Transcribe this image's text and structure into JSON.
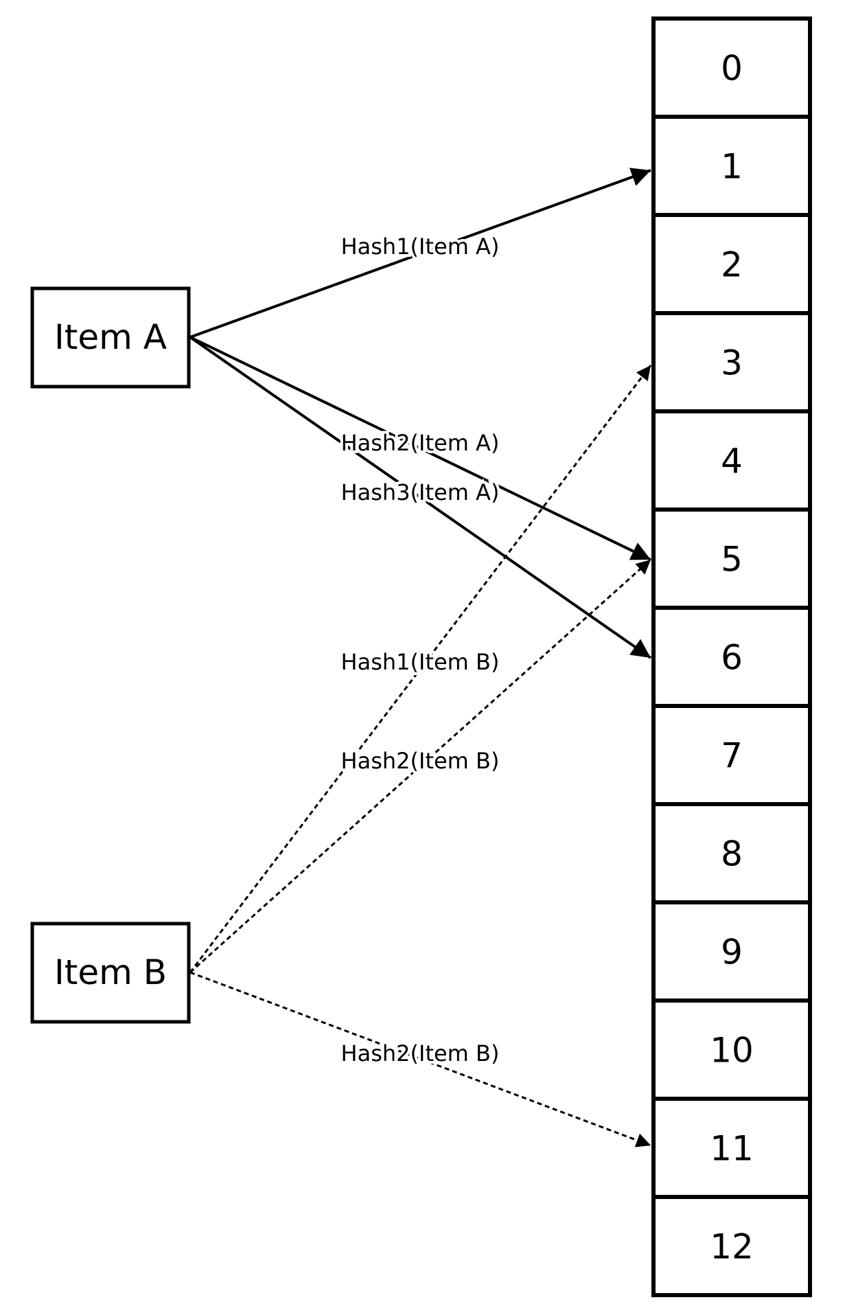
{
  "items": [
    {
      "id": "item-a",
      "label": "Item A"
    },
    {
      "id": "item-b",
      "label": "Item B"
    }
  ],
  "array": {
    "cells": [
      "0",
      "1",
      "2",
      "3",
      "4",
      "5",
      "6",
      "7",
      "8",
      "9",
      "10",
      "11",
      "12"
    ]
  },
  "edges": [
    {
      "from": "item-a",
      "to_index": 1,
      "label": "Hash1(Item A)",
      "style": "solid"
    },
    {
      "from": "item-a",
      "to_index": 5,
      "label": "Hash2(Item A)",
      "style": "solid"
    },
    {
      "from": "item-a",
      "to_index": 6,
      "label": "Hash3(Item A)",
      "style": "solid"
    },
    {
      "from": "item-b",
      "to_index": 3,
      "label": "Hash1(Item B)",
      "style": "dashed"
    },
    {
      "from": "item-b",
      "to_index": 5,
      "label": "Hash2(Item B)",
      "style": "dashed"
    },
    {
      "from": "item-b",
      "to_index": 11,
      "label": "Hash2(Item B)",
      "style": "dashed"
    }
  ],
  "colors": {
    "stroke": "#000000",
    "background": "#ffffff"
  }
}
